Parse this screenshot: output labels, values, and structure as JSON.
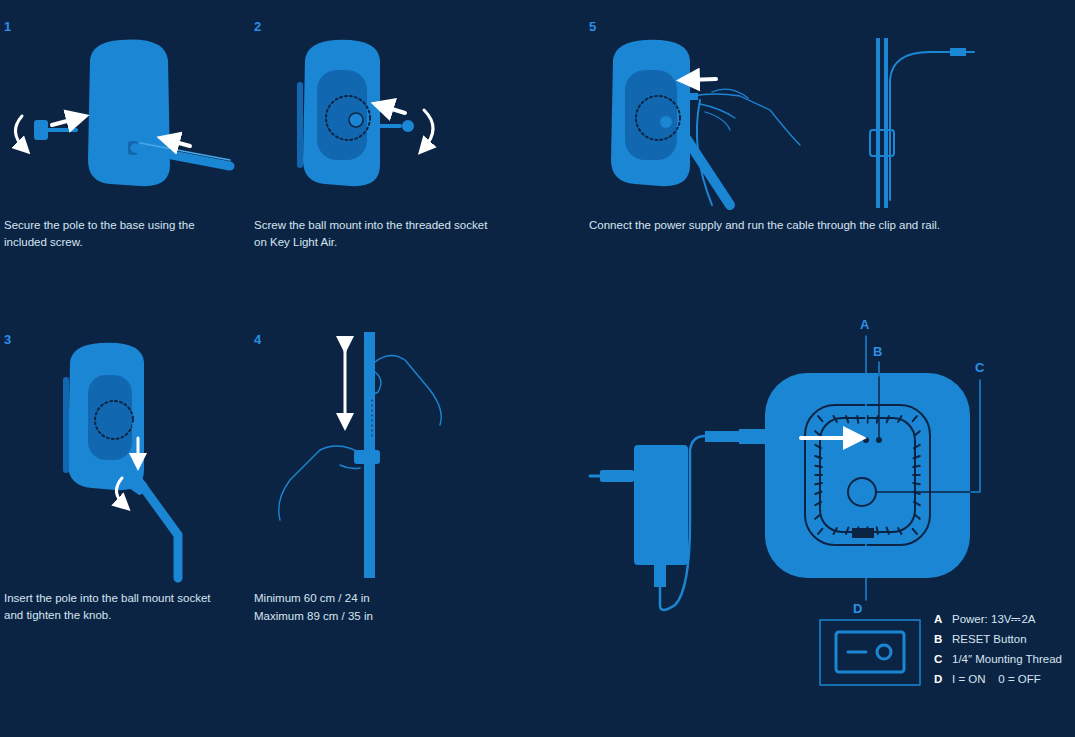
{
  "diagram": {
    "labels": [
      "1",
      "2",
      "5",
      "3",
      "4",
      "Secure the pole to the base using the included screw.",
      "Screw the ball mount into the threaded socket on Key Light Air.",
      "Connect the power supply and run the cable through the clip and rail.",
      "Insert the pole into the ball mount socket and tighten the knob.",
      "Minimum 60 cm / 24 in",
      "Maximum 89 cm / 35 in",
      "A",
      "B",
      "C",
      "D",
      "A",
      "Power: 13V⎓2A",
      "B",
      "RESET Button",
      "C",
      "1/4″ Mounting Thread",
      "D",
      "I = ON    0 = OFF"
    ]
  }
}
